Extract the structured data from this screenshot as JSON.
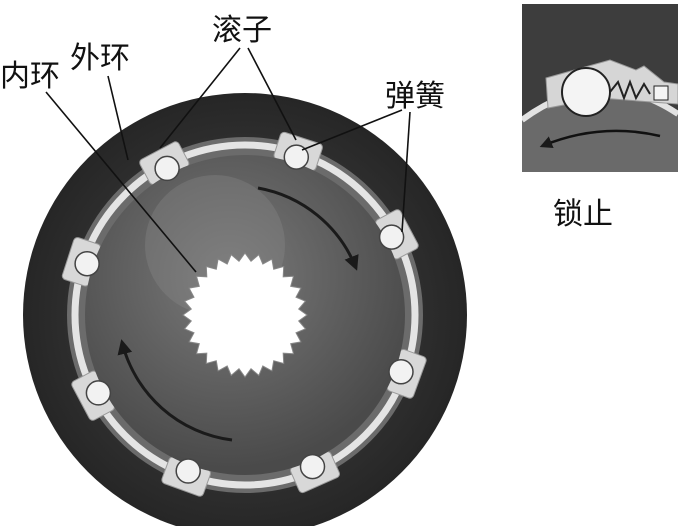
{
  "labels": {
    "roller": "滚子",
    "outer_ring": "外环",
    "inner_ring": "内环",
    "spring": "弹簧",
    "locked": "锁止"
  },
  "colors": {
    "housing": "#3a3a3a",
    "cam_ring": "#6a6a6a",
    "inner_disc": "#5b5b5b",
    "light": "#e6e6e6",
    "hub": "#ffffff",
    "line": "#111111"
  }
}
